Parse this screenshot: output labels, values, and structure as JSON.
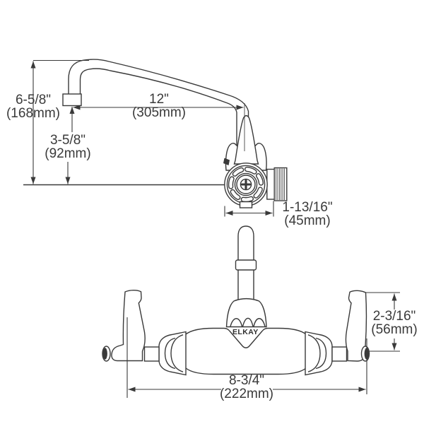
{
  "brand": {
    "logo_text": "ELKAY"
  },
  "drawing": {
    "type": "faucet-dimension-drawing",
    "line_color": "#3a3a3a",
    "background": "#ffffff"
  },
  "dimensions": {
    "spout_height": {
      "inches": "6-5/8\"",
      "metric": "(168mm)"
    },
    "outlet_to_wall": {
      "inches": "3-5/8\"",
      "metric": "(92mm)"
    },
    "spout_reach": {
      "inches": "12\"",
      "metric": "(305mm)"
    },
    "body_projection": {
      "inches": "1-13/16\"",
      "metric": "(45mm)"
    },
    "handle_height": {
      "inches": "2-3/16\"",
      "metric": "(56mm)"
    },
    "overall_width": {
      "inches": "8-3/4\"",
      "metric": "(222mm)"
    }
  }
}
